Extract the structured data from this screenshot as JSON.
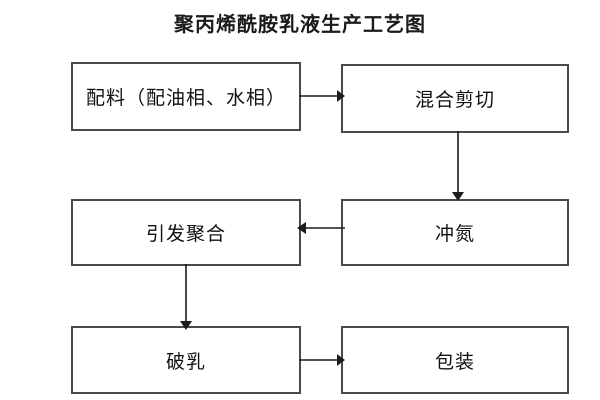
{
  "diagram": {
    "title": "聚丙烯酰胺乳液生产工艺图",
    "background_color": "#ffffff",
    "node_border_color": "#4a4a4a",
    "node_fill_color": "#ffffff",
    "edge_color": "#1c1c1c",
    "text_color": "#111111",
    "nodes": [
      {
        "id": "ingredients",
        "label": "配料（配油相、水相）",
        "row": 1,
        "col": 1
      },
      {
        "id": "mixshear",
        "label": "混合剪切",
        "row": 1,
        "col": 2
      },
      {
        "id": "initpoly",
        "label": "引发聚合",
        "row": 2,
        "col": 1
      },
      {
        "id": "nitrogen",
        "label": "冲氮",
        "row": 2,
        "col": 2
      },
      {
        "id": "demulsify",
        "label": "破乳",
        "row": 3,
        "col": 1
      },
      {
        "id": "packaging",
        "label": "包装",
        "row": 3,
        "col": 2
      }
    ],
    "edges": [
      {
        "id": "a",
        "from": "ingredients",
        "to": "mixshear",
        "direction": "right"
      },
      {
        "id": "b",
        "from": "mixshear",
        "to": "nitrogen",
        "direction": "down"
      },
      {
        "id": "c",
        "from": "nitrogen",
        "to": "initpoly",
        "direction": "left"
      },
      {
        "id": "d",
        "from": "initpoly",
        "to": "demulsify",
        "direction": "down"
      },
      {
        "id": "e",
        "from": "demulsify",
        "to": "packaging",
        "direction": "right"
      }
    ]
  }
}
